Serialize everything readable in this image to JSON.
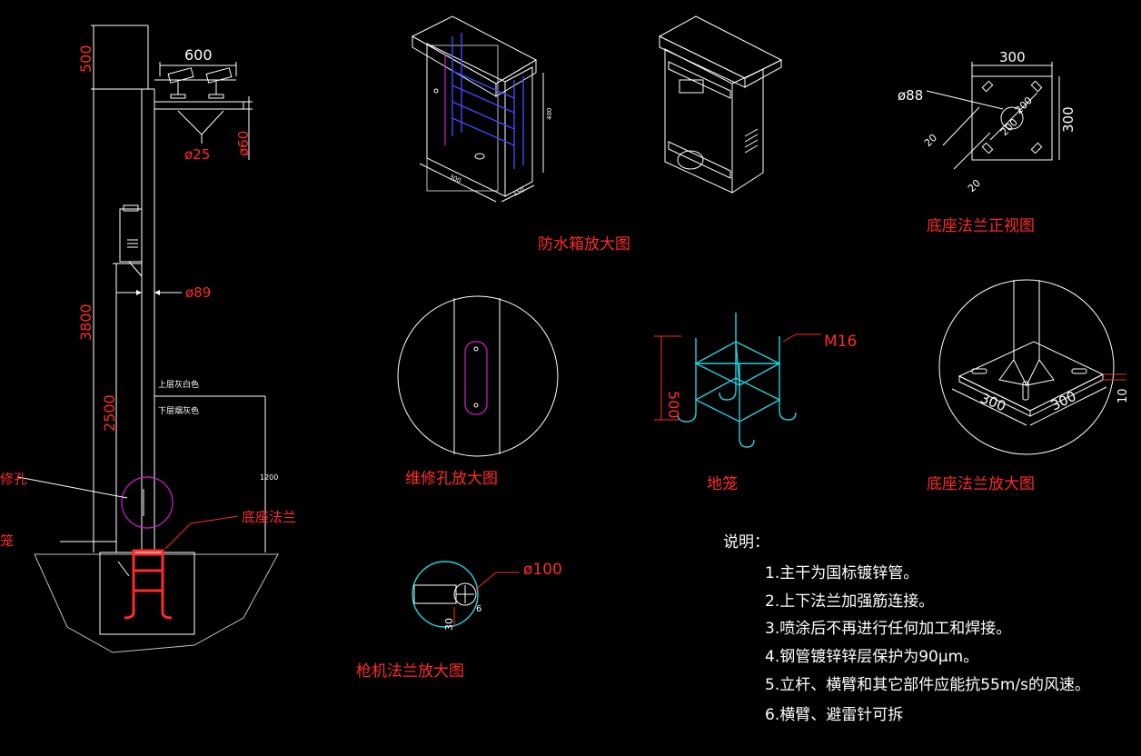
{
  "pole": {
    "dim_top": "500",
    "dim_arm": "600",
    "dim_cam_dia": "ø25",
    "dim_arm_h": "ø60",
    "dim_pole_dia": "ø89",
    "dim_total": "3800",
    "dim_box_h": "2500",
    "dim_1200": "1200",
    "color_upper": "上层灰白色",
    "color_lower": "下层烟灰色",
    "label_hole": "修孔",
    "label_cage": "笼",
    "label_flange": "底座法兰"
  },
  "box_open": {
    "title": "防水箱放大图",
    "dim_w": "300",
    "dim_d": "150",
    "dim_h": "400"
  },
  "flange_front": {
    "title": "底座法兰正视图",
    "dim_300_top": "300",
    "dim_300_side": "300",
    "dim_88": "ø88",
    "dim_200a": "200",
    "dim_200b": "200",
    "dim_20a": "20",
    "dim_20b": "20"
  },
  "hole_detail": {
    "title": "维修孔放大图"
  },
  "cage": {
    "title": "地笼",
    "dim_h": "500",
    "bolt": "M16"
  },
  "flange_detail": {
    "title": "底座法兰放大图",
    "dim_a": "300",
    "dim_b": "300",
    "dim_t": "10"
  },
  "cam_flange": {
    "title": "枪机法兰放大图",
    "dia": "ø100",
    "dim_30": "30",
    "dim_6": "6"
  },
  "notes": {
    "heading": "说明：",
    "items": [
      "1.主干为国标镀锌管。",
      "2.上下法兰加强筋连接。",
      "3.喷涂后不再进行任何加工和焊接。",
      "4.钢管镀锌锌层保护为90μm。",
      "5.立杆、横臂和其它部件应能抗55m/s的风速。",
      "6.横臂、避雷针可拆"
    ]
  }
}
